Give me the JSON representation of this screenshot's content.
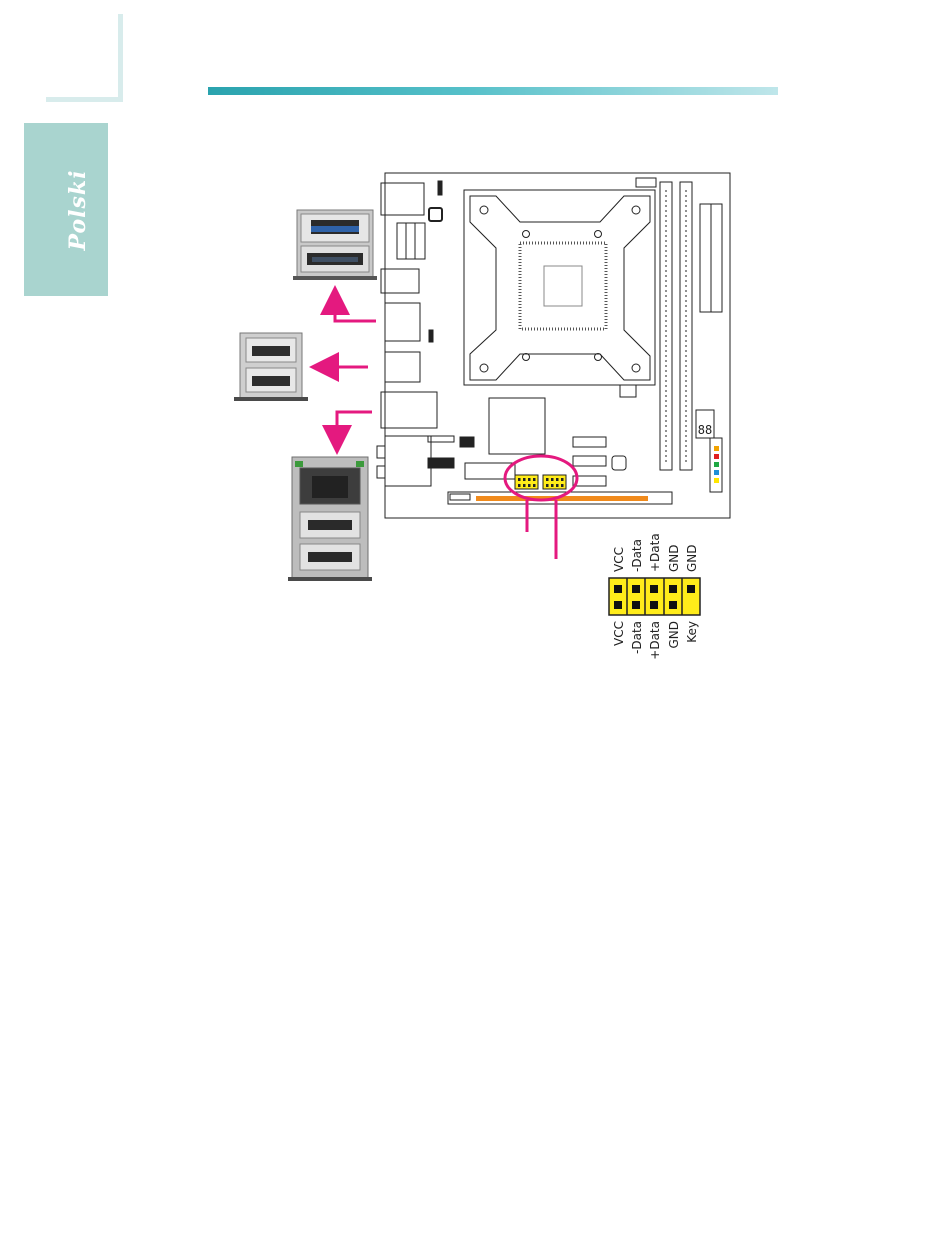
{
  "sidebar": {
    "language_tab": "Polski"
  },
  "header": {},
  "pin_header": {
    "top_row": [
      "VCC",
      "-Data",
      "+Data",
      "GND",
      "GND"
    ],
    "bottom_row": [
      "VCC",
      "-Data",
      "+Data",
      "GND",
      "Key"
    ],
    "colors": {
      "header": "#ffec1a",
      "pin": "#111111",
      "highlight": "#e4197f"
    }
  },
  "board": {
    "chip_label": "88"
  }
}
